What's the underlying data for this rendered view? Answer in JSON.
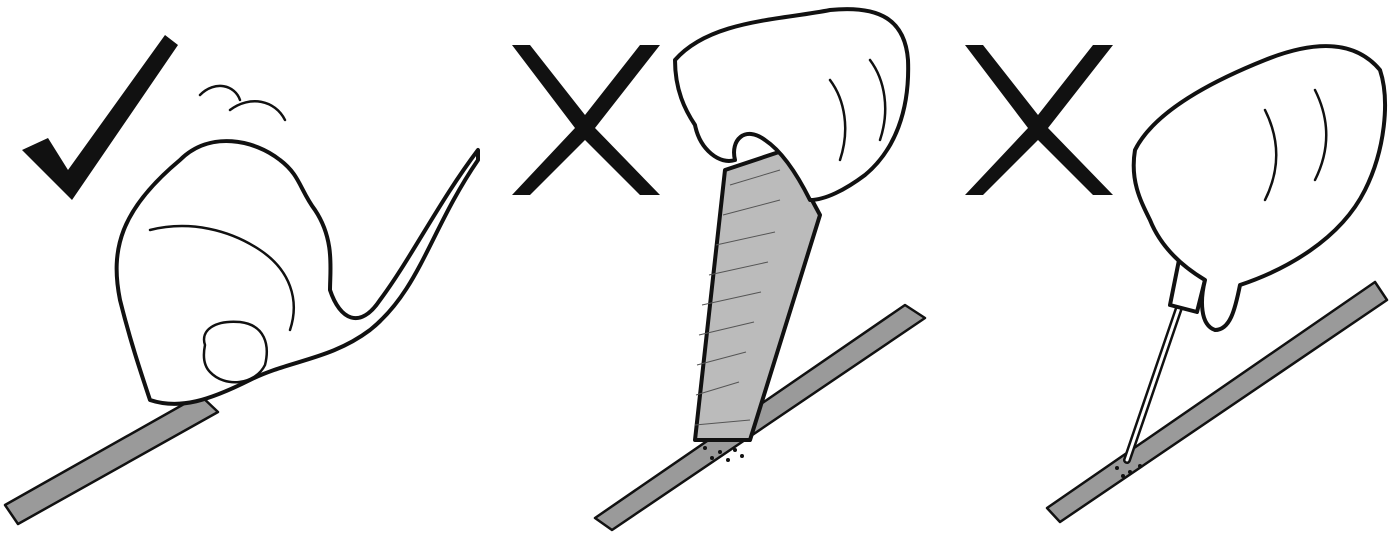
{
  "panels": [
    {
      "verdict": "correct",
      "symbol": "check-mark",
      "tool": "cloth"
    },
    {
      "verdict": "incorrect",
      "symbol": "x-mark",
      "tool": "file"
    },
    {
      "verdict": "incorrect",
      "symbol": "x-mark",
      "tool": "screwdriver"
    }
  ],
  "colors": {
    "ink": "#111111",
    "strip": "#9a9a9a",
    "background": "#ffffff"
  }
}
